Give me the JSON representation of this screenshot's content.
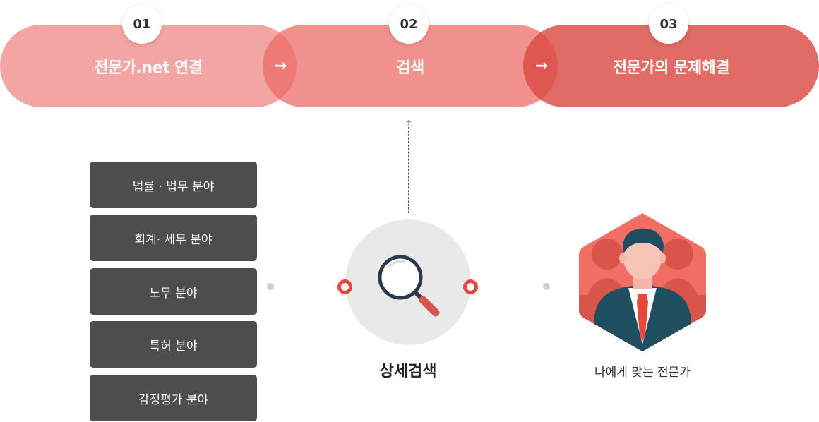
{
  "steps": [
    {
      "number": "01",
      "label": "전문가.net 연결"
    },
    {
      "number": "02",
      "label": "검색"
    },
    {
      "number": "03",
      "label": "전문가의 문제해결"
    }
  ],
  "arrow_glyph": "→",
  "dashed_arrow_glyph": "↑",
  "categories": [
    "법률 · 법무 분야",
    "회계· 세무 분야",
    "노무 분야",
    "특허 분야",
    "감정평가 분야"
  ],
  "search_label": "상세검색",
  "expert_label": "나에게 맞는 전문가",
  "colors": {
    "pill_1": "#F08C8A",
    "pill_2": "#EC6C67",
    "pill_3": "#DB4A43",
    "category_bg": "#4D4D4D",
    "accent_ring": "#E8473F",
    "hex_bg": "#E85A50",
    "suit": "#1E4E5F",
    "tie": "#E8473F"
  },
  "icons": [
    "search-icon",
    "expert-person-icon"
  ]
}
